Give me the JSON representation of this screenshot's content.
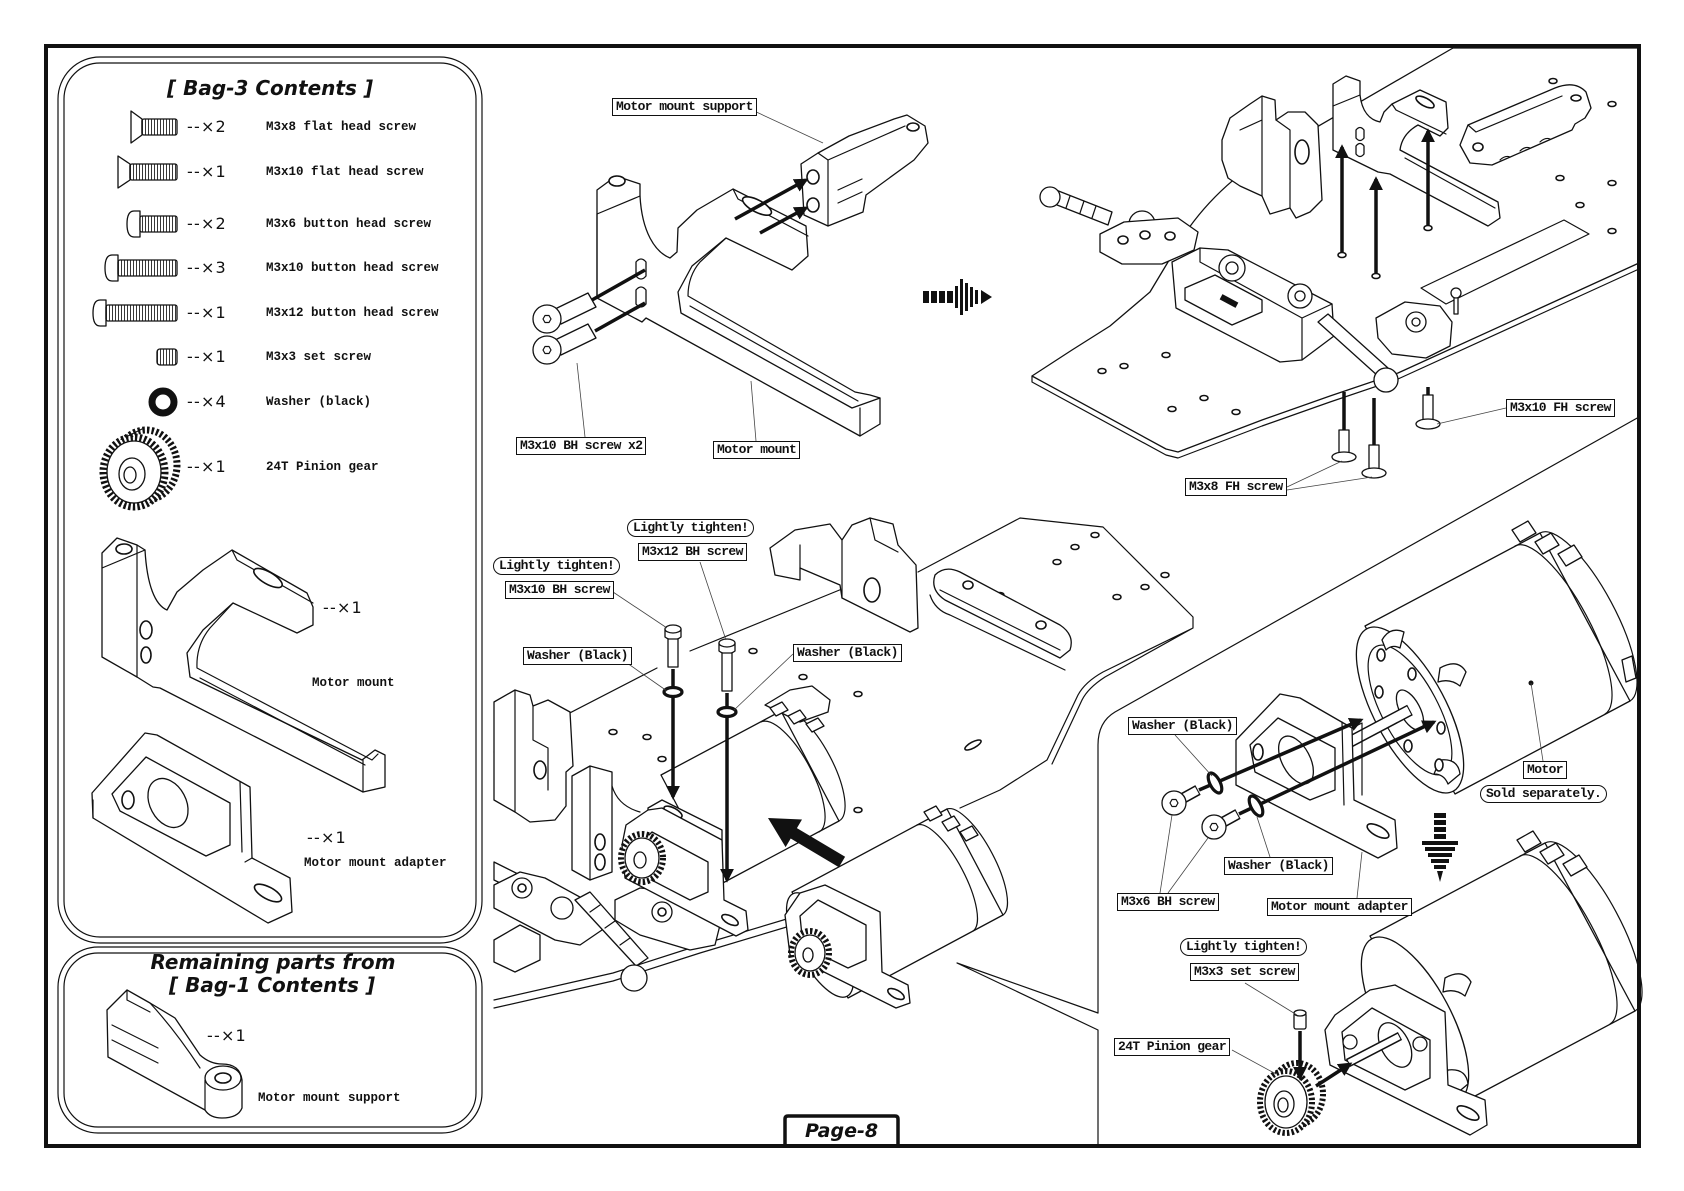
{
  "page": {
    "label": "Page-8"
  },
  "bag3": {
    "title": "[ Bag-3 Contents ]",
    "hardware": [
      {
        "icon": "flat-head-screw",
        "quantity": "--×2",
        "name": "M3x8 flat head screw"
      },
      {
        "icon": "flat-head-screw",
        "quantity": "--×1",
        "name": "M3x10 flat head screw"
      },
      {
        "icon": "button-head-screw",
        "quantity": "--×2",
        "name": "M3x6 button head screw"
      },
      {
        "icon": "button-head-screw",
        "quantity": "--×3",
        "name": "M3x10 button head screw"
      },
      {
        "icon": "button-head-screw",
        "quantity": "--×1",
        "name": "M3x12 button head screw"
      },
      {
        "icon": "set-screw",
        "quantity": "--×1",
        "name": "M3x3 set screw"
      },
      {
        "icon": "washer",
        "quantity": "--×4",
        "name": "Washer (black)"
      },
      {
        "icon": "pinion-gear",
        "quantity": "--×1",
        "name": "24T Pinion gear"
      }
    ],
    "parts": [
      {
        "icon": "motor-mount",
        "quantity": "--×1",
        "name": "Motor mount"
      },
      {
        "icon": "motor-mount-adapter",
        "quantity": "--×1",
        "name": "Motor mount adapter"
      }
    ]
  },
  "bag1": {
    "title_line1": "Remaining parts from",
    "title_line2": "[ Bag-1 Contents ]",
    "parts": [
      {
        "icon": "motor-mount-support",
        "quantity": "--×1",
        "name": "Motor mount support"
      }
    ]
  },
  "step1": {
    "callouts": {
      "support": "Motor mount support",
      "screws": "M3x10 BH screw x2",
      "mount": "Motor mount"
    },
    "next_icon": "arrow-right"
  },
  "step2": {
    "callouts": {
      "fh_screw_long": "M3x10 FH screw",
      "fh_screw_short": "M3x8 FH screw"
    }
  },
  "step3": {
    "callouts": {
      "note_long_screw": "Lightly tighten!",
      "long_screw": "M3x12 BH screw",
      "note_short_screw": "Lightly tighten!",
      "short_screw": "M3x10 BH screw",
      "washer_left": "Washer (Black)",
      "washer_right": "Washer (Black)"
    },
    "insert_icon": "arrow-up-left"
  },
  "step4": {
    "callouts": {
      "washer_upper": "Washer (Black)",
      "motor": "Motor",
      "motor_note": "Sold separately.",
      "washer_lower": "Washer (Black)",
      "screws": "M3x6 BH screw",
      "adapter": "Motor mount adapter",
      "set_screw_note": "Lightly tighten!",
      "set_screw": "M3x3 set screw",
      "pinion": "24T Pinion gear"
    },
    "next_icon": "arrow-down"
  }
}
